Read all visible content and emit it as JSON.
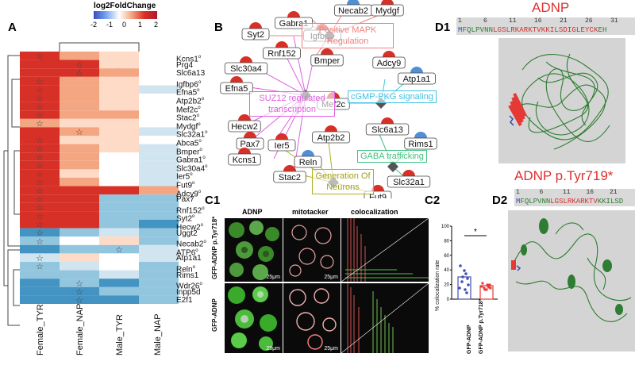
{
  "panelA": {
    "label": "A",
    "legend_title": "log2FoldChange",
    "legend_ticks": [
      "-2",
      "-1",
      "0",
      "1",
      "2"
    ],
    "columns": [
      "Female_TYR",
      "Female_NAP",
      "Male_TYR",
      "Male_NAP"
    ],
    "genes": [
      "Kcns1",
      "Prg4",
      "Slc6a13",
      "Igfbp6",
      "Efna5",
      "Atp2b2",
      "Mef2c",
      "Stac2",
      "Mydgf",
      "Slc32a1",
      "Abca5",
      "Bmper",
      "Gabra1",
      "Slc30a4",
      "Ier5",
      "Fut9",
      "Adcy9",
      "Pax7",
      "Rnf152",
      "Syt2",
      "Hecw2",
      "Uggt2",
      "Necab2",
      "ATP6",
      "Atp1a1",
      "Reln",
      "Rims1",
      "Wdr26",
      "Inpp5d",
      "E2f1"
    ],
    "genes_marked_o": [
      "Kcns1",
      "Igfbp6",
      "Efna5",
      "Atp2b2",
      "Mef2c",
      "Stac2",
      "Mydgf",
      "Slc32a1",
      "Abca5",
      "Bmper",
      "Gabra1",
      "Slc30a4",
      "Ier5",
      "Fut9",
      "Adcy9",
      "Rnf152",
      "Syt2",
      "Hecw2",
      "Necab2",
      "ATP6",
      "Reln",
      "Wdr26"
    ],
    "mark_symbol": "o",
    "star_symbol": "☆"
  },
  "panelB": {
    "label": "B",
    "nodes": [
      "Necab2",
      "Mydgf",
      "Gabra1",
      "Syt2",
      "Igfbp6",
      "Rnf152",
      "Bmper",
      "Slc30a4",
      "Efna5",
      "Adcy9",
      "Atp1a1",
      "Mef2c",
      "Hecw2",
      "Pax7",
      "Ier5",
      "Kcns1",
      "Stac2",
      "Reln",
      "Atp2b2",
      "Slc6a13",
      "Rims1",
      "Slc32a1",
      "Fut9"
    ],
    "terms": [
      "Positive MAPK Regulation",
      "SUZ12 regulated transcription",
      "cGMP-PKG signaling",
      "GABA trafficking",
      "Generation Of Neurons"
    ]
  },
  "panelC1": {
    "label": "C1",
    "col_titles": [
      "ADNP",
      "mitotacker",
      "colocalization"
    ],
    "row_labels": [
      "GFP-ADNP p.Tyr718*",
      "GFP-ADNP"
    ],
    "scale_bar": "25μm"
  },
  "panelC2": {
    "label": "C2",
    "ylabel": "% colocalization rate",
    "yticks": [
      "0",
      "20",
      "40",
      "60",
      "80",
      "100"
    ],
    "categories": [
      "GFP-ADNP",
      "GFP-ADNP p.Tyr718*"
    ],
    "significance": "*"
  },
  "panelD1": {
    "label": "D1",
    "title": "ADNP",
    "ticks": [
      "1",
      "6",
      "11",
      "16",
      "21",
      "26",
      "31"
    ],
    "sequence": "MFQLPVNNLGSLRKARKTVKKILSDIGLEYCKEH"
  },
  "panelD2": {
    "label": "D2",
    "title": "ADNP p.Tyr719*",
    "ticks": [
      "1",
      "6",
      "11",
      "16",
      "21"
    ],
    "sequence": "MFQLPVNNLGSLRKARKTVKKILSD"
  },
  "colors": {
    "red": "#d73027",
    "blue": "#4575b4",
    "green": "#2e7d32",
    "title_red": "#e03030"
  }
}
